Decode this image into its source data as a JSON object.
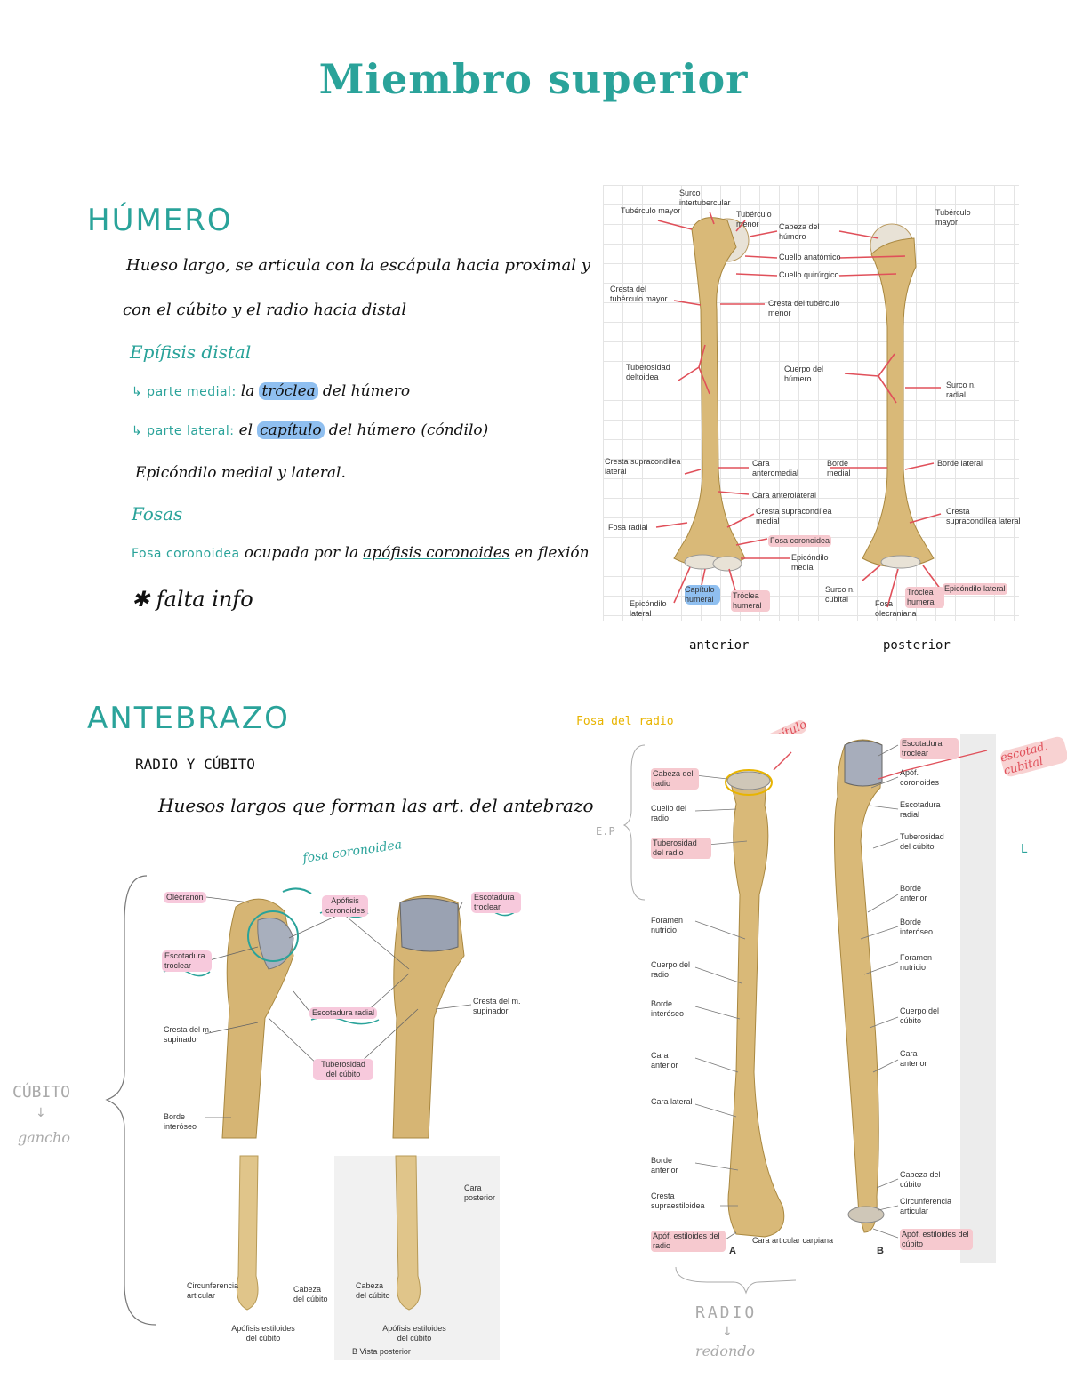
{
  "title": "Miembro superior",
  "humero": {
    "heading": "HÚMERO",
    "line1": "Hueso largo, se articula con la escápula hacia proximal y",
    "line2": "con el cúbito y el radio hacia distal",
    "epifisis": "Epífisis distal",
    "medial_prefix": "↳ parte medial:",
    "medial_text_a": "la",
    "medial_hl": "tróclea",
    "medial_text_b": "del húmero",
    "lateral_prefix": "↳ parte lateral:",
    "lateral_text_a": "el",
    "lateral_hl": "capítulo",
    "lateral_text_b": "del húmero (cóndilo)",
    "epicondilo": "Epicóndilo medial y lateral.",
    "fosas": "Fosas",
    "fosa_label": "Fosa coronoidea",
    "fosa_text_a": "ocupada por la",
    "fosa_text_u": "apófisis coronoides",
    "fosa_text_b": "en flexión",
    "falta": "✱ falta info",
    "caption_anterior": "anterior",
    "caption_posterior": "posterior",
    "figure_labels": {
      "surco": "Surco intertubercular",
      "tuberculo_mayor": "Tubérculo mayor",
      "tuberculo_menor": "Tubérculo menor",
      "cabeza": "Cabeza del húmero",
      "cuello_anat": "Cuello anatómico",
      "cuello_quir": "Cuello quirúrgico",
      "cresta_mayor": "Cresta del tubérculo mayor",
      "cresta_menor": "Cresta del tubérculo menor",
      "tuberosidad": "Tuberosidad deltoidea",
      "cuerpo": "Cuerpo del húmero",
      "surco_radial": "Surco n. radial",
      "tubercuio_mayor_post": "Tubérculo mayor",
      "cresta_supra_lat": "Cresta supracondílea lateral",
      "cara_anteromedial": "Cara anteromedial",
      "borde_medial": "Borde medial",
      "borde_lateral": "Borde lateral",
      "cara_anterolateral": "Cara anterolateral",
      "cresta_supra_med": "Cresta supracondílea medial",
      "cresta_supra_lat_post": "Cresta supracondílea lateral",
      "fosa_radial": "Fosa radial",
      "fosa_coronoidea": "Fosa coronoidea",
      "epicondilo_medial": "Epicóndilo medial",
      "epicondilo_lateral": "Epicóndilo lateral",
      "capitulo": "Capítulo humeral",
      "troclea": "Tróclea humeral",
      "surco_cubital": "Surco n. cubital",
      "fosa_olecraniana": "Fosa olecraniana",
      "troclea_post": "Tróclea humeral",
      "epicondilo_lat_post": "Epicóndilo lateral"
    }
  },
  "antebrazo": {
    "heading": "ANTEBRAZO",
    "sub": "RADIO Y CÚBITO",
    "line": "Huesos largos que forman las art. del antebrazo",
    "fosa_coronoidea_note": "fosa coronoidea",
    "side_cubito": "CÚBITO",
    "side_gancho": "gancho",
    "side_radio": "RADIO",
    "side_redondo": "redondo",
    "fosa_radio": "Fosa del radio",
    "capitulo_note": "capítulo",
    "escotadura_note": "escotad. cubital",
    "ep": "E.P",
    "cubito_labels": {
      "olecranon": "Olécranon",
      "apofisis_coronoides": "Apófisis coronoides",
      "escotadura_troclear": "Escotadura troclear",
      "escotadura_troclear_r": "Escotadura troclear",
      "escotadura_radial": "Escotadura radial",
      "cresta_supinador": "Cresta del m. supinador",
      "cresta_supinador_r": "Cresta del m. supinador",
      "tuberosidad": "Tuberosidad del cúbito",
      "borde_interoseo": "Borde interóseo",
      "circunferencia": "Circunferencia articular",
      "cabeza_cubito": "Cabeza del cúbito",
      "apofisis_estiloides": "Apófisis estiloides del cúbito",
      "apofisis_estiloides_r": "Apófisis estiloides del cúbito",
      "cara_posterior": "Cara posterior",
      "vista_posterior": "B Vista posterior"
    },
    "radio_labels": {
      "cabeza": "Cabeza del radio",
      "cuello": "Cuello del radio",
      "tuberosidad": "Tuberosidad del radio",
      "foramen": "Foramen nutricio",
      "cuerpo": "Cuerpo del radio",
      "borde_interoseo": "Borde interóseo",
      "cara_anterior": "Cara anterior",
      "cara_lateral": "Cara lateral",
      "borde_anterior": "Borde anterior",
      "cresta_supra": "Cresta supraestiloidea",
      "apofisis_estiloides": "Apóf. estiloides del radio",
      "cara_articular": "Cara articular carpiana",
      "a": "A",
      "escotadura_troclear": "Escotadura troclear",
      "apof_coronoides": "Apóf. coronoides",
      "escotadura_radial": "Escotadura radial",
      "tuberosidad_cubito": "Tuberosidad del cúbito",
      "borde_anterior_c": "Borde anterior",
      "borde_interoseo_c": "Borde interóseo",
      "foramen_c": "Foramen nutricio",
      "cuerpo_c": "Cuerpo del cúbito",
      "cara_anterior_c": "Cara anterior",
      "cabeza_c": "Cabeza del cúbito",
      "circunferencia_c": "Circunferencia articular",
      "apof_estiloides_c": "Apóf. estiloides del cúbito",
      "b": "B",
      "l": "L"
    }
  },
  "colors": {
    "teal": "#2aa39a",
    "bone": "#d9b978",
    "highlight_pink": "#f6c9cf",
    "highlight_blue": "#8fbff0",
    "arrow_red": "#e0505a",
    "note_yellow": "#e8b400"
  }
}
